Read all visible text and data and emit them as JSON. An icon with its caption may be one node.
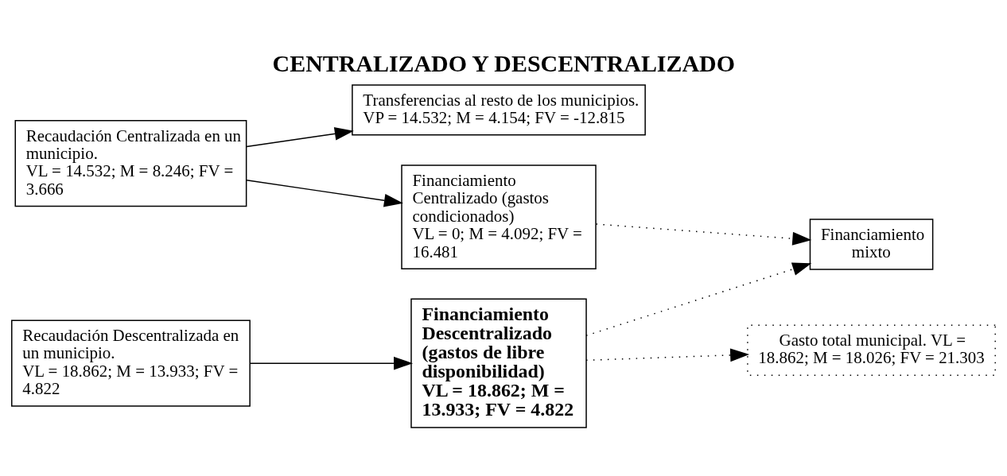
{
  "diagram": {
    "title": "CENTRALIZADO Y DESCENTRALIZADO",
    "nodes": [
      {
        "text": [
          "Recaudación Centralizada en un municipio.",
          "VL = 14.532; M = 8.246; FV = 3.666"
        ]
      },
      {
        "text": [
          "Transferencias al resto de los municipios.",
          "VP = 14.532; M = 4.154; FV = -12.815"
        ]
      },
      {
        "text": [
          "Financiamiento Centralizado (gastos condicionados)",
          "VL = 0; M = 4.092; FV = 16.481"
        ]
      },
      {
        "text": [
          "Recaudación Descentralizada en un municipio.",
          "VL = 18.862; M = 13.933; FV = 4.822"
        ]
      },
      {
        "text": [
          "Financiamiento Descentralizado (gastos de libre disponibilidad)",
          "VL = 18.862; M = 13.933; FV = 4.822"
        ]
      },
      {
        "text": [
          "Financiamiento mixto"
        ]
      },
      {
        "text": [
          "Gasto total municipal. VL = 18.862; M = 18.026; FV = 21.303"
        ]
      }
    ],
    "edges": [
      {
        "from": 0,
        "to": 1,
        "arrow": "to"
      },
      {
        "from": 0,
        "to": 2,
        "arrow": "to"
      },
      {
        "from": 2,
        "to": 5,
        "arrow": "to",
        "style": "dashed"
      },
      {
        "from": 3,
        "to": 4,
        "arrow": "to"
      },
      {
        "from": 4,
        "to": 5,
        "arrow": "to",
        "style": "dashed"
      },
      {
        "from": 4,
        "to": 6,
        "arrow": "to",
        "style": "dashed"
      }
    ]
  }
}
